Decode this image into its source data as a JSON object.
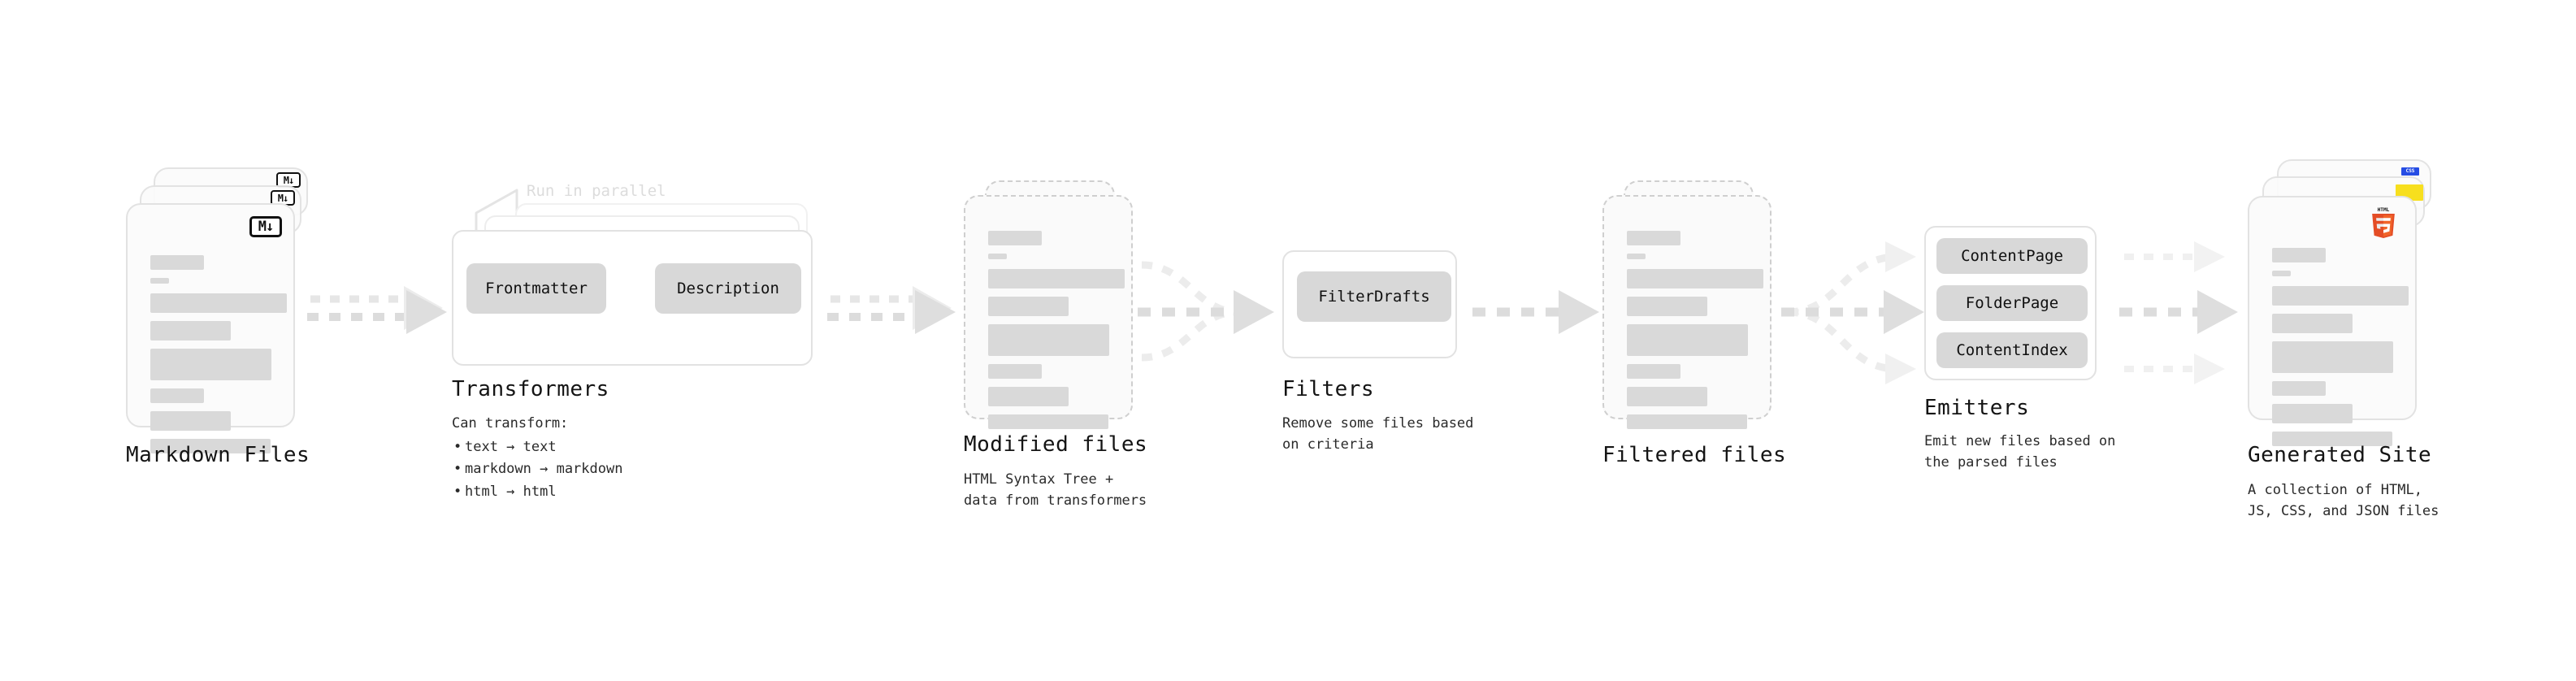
{
  "diagram": {
    "type": "pipeline-flow",
    "background": "#ffffff",
    "accent_colors": {
      "bar_fill": "#d9d9d9",
      "chip_fill": "#d8d8d8",
      "card_border": "#e2e2e2",
      "dashed_border": "#cfcfcf",
      "arrow": "#d8d8d8",
      "html5": "#e44d26",
      "css": "#264de4",
      "js": "#f7df1e",
      "muted_text": "#dcdcdc"
    }
  },
  "stages": [
    {
      "id": "markdown-files",
      "title": "Markdown Files",
      "subtitle": "",
      "badge": "markdown-icon",
      "badge_text": "M↓",
      "stack": 3,
      "dashed": false
    },
    {
      "id": "transformers",
      "title": "Transformers",
      "note": "Run in parallel",
      "bullets_lead": "Can transform:",
      "bullets": [
        "text → text",
        "markdown → markdown",
        "html → html"
      ],
      "chips": [
        "Frontmatter",
        "Description"
      ],
      "stack": 3
    },
    {
      "id": "modified-files",
      "title": "Modified files",
      "subtitle": "HTML Syntax Tree +\ndata from transformers",
      "stack": 2,
      "dashed": true
    },
    {
      "id": "filters",
      "title": "Filters",
      "subtitle": "Remove some files based\non criteria",
      "chips": [
        "FilterDrafts"
      ]
    },
    {
      "id": "filtered-files",
      "title": "Filtered files",
      "subtitle": "",
      "stack": 2,
      "dashed": true
    },
    {
      "id": "emitters",
      "title": "Emitters",
      "subtitle": "Emit new files based on\nthe parsed files",
      "chips": [
        "ContentPage",
        "FolderPage",
        "ContentIndex"
      ]
    },
    {
      "id": "generated-site",
      "title": "Generated Site",
      "subtitle": "A collection of HTML,\nJS, CSS, and JSON files",
      "badge": "html5-icon",
      "badge_text": "HTML",
      "badge_number": "5",
      "stack": 3,
      "dashed": false
    }
  ],
  "icons": {
    "markdown": "M↓",
    "html5_word": "HTML",
    "html5_digit": "5",
    "css_word": "CSS"
  }
}
